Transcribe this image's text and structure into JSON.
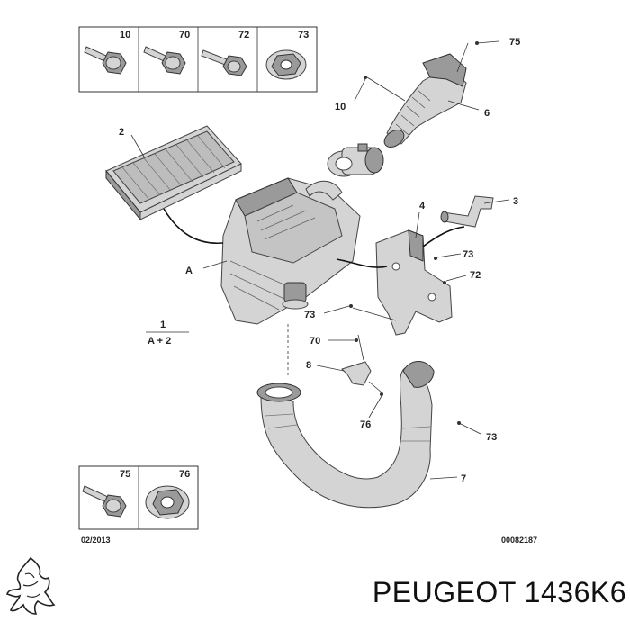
{
  "header_boxes": [
    "10",
    "70",
    "72",
    "73"
  ],
  "footer_boxes": [
    "75",
    "76"
  ],
  "callouts": {
    "c75": "75",
    "c10": "10",
    "c6": "6",
    "c2": "2",
    "c3": "3",
    "c4": "4",
    "c73a": "73",
    "c72": "72",
    "cA": "A",
    "c73b": "73",
    "c70": "70",
    "c8": "8",
    "c76": "76",
    "c73c": "73",
    "c7": "7"
  },
  "kit": {
    "number": "1",
    "parts": "A + 2"
  },
  "date_code": "02/2013",
  "ref_code": "00082187",
  "logo_icon": "peugeot-lion-logo",
  "brand_text": "PEUGEOT 1436K6"
}
